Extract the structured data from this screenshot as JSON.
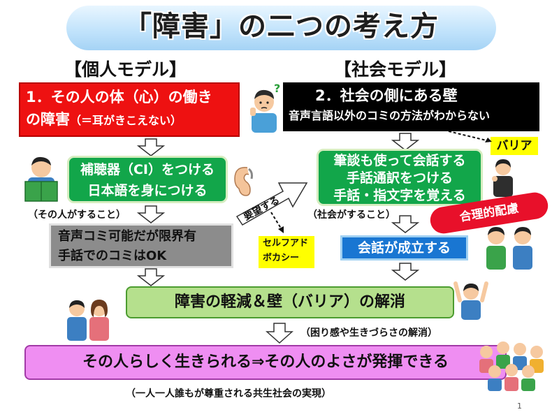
{
  "title": "「障害」の二つの考え方",
  "individual_model": {
    "heading": "【個人モデル】",
    "cause_line1": "1．その人の体（心）の働き",
    "cause_line2_main": "の障害",
    "cause_line2_note": "（＝耳がきこえない）",
    "action_line1": "補聴器（CI）をつける",
    "action_line2": "日本語を身につける",
    "actor_note": "（その人がすること）",
    "result_line1": "音声コミ可能だが限界有",
    "result_line2": "手話でのコミはOK"
  },
  "social_model": {
    "heading": "【社会モデル】",
    "cause_line1": "2．社会の側にある壁",
    "cause_line2": "音声言語以外のコミの方法がわからない",
    "barrier_label": "バリア",
    "action_line1": "筆談も使って会話する",
    "action_line2": "手話通訳をつける",
    "action_line3": "手話・指文字を覚える",
    "actor_note": "（社会がすること）",
    "accommodation_label": "合理的配慮",
    "result": "会話が成立する"
  },
  "advocacy": {
    "request_label": "要望する",
    "self_advocacy_line1": "セルフアド",
    "self_advocacy_line2": "ボカシー"
  },
  "outcome": {
    "reduction": "障害の軽減＆壁（バリア）の解消",
    "reduction_note": "（困り感や生きづらさの解消）",
    "final": "その人らしく生きられる⇒その人のよさが発揮できる",
    "final_note": "（一人一人誰もが尊重される共生社会の実現）"
  },
  "page_number": "1",
  "colors": {
    "red": "#ee1111",
    "green": "#12a64a",
    "gray": "#8c8c8c",
    "blue": "#1976d2",
    "light_green": "#b5e08d",
    "pink": "#ef8ef2",
    "yellow": "#ffff00"
  },
  "illustrations": [
    "confused-man-icon",
    "reading-boy-icon",
    "hearing-aid-icon",
    "signing-woman-icon",
    "talking-pair-icon",
    "couple-icon",
    "cheering-man-icon",
    "crowd-icon"
  ]
}
